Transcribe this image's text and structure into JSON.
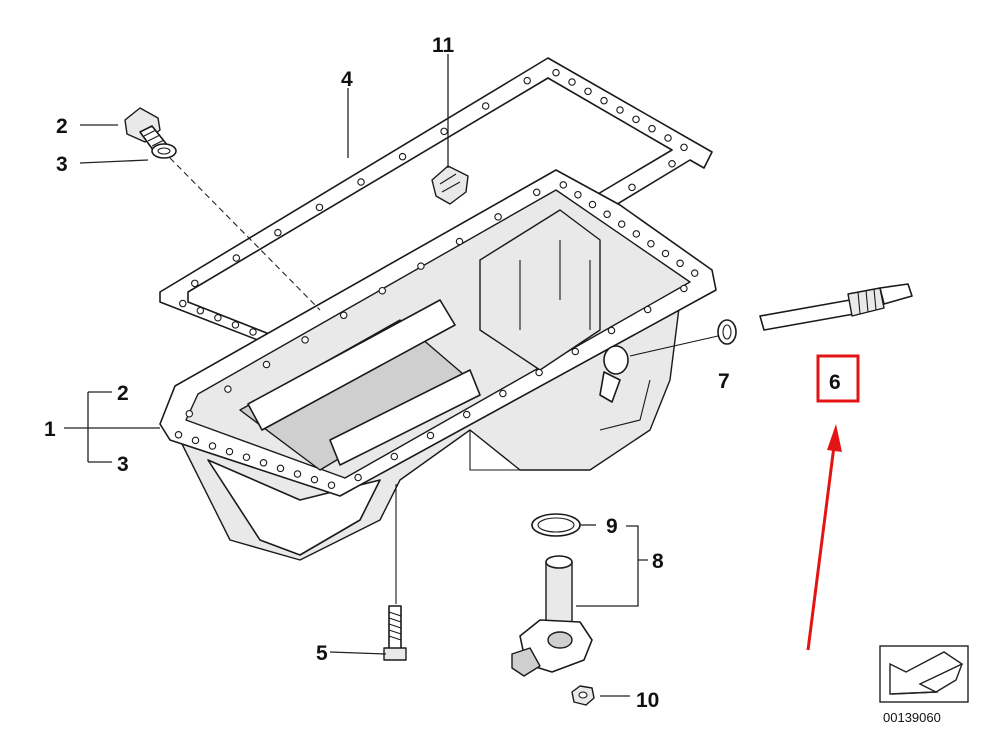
{
  "callouts": {
    "c1": "1",
    "c2_top": "2",
    "c3_top": "3",
    "c2_bracket": "2",
    "c3_bracket": "3",
    "c4": "4",
    "c5": "5",
    "c6": "6",
    "c7": "7",
    "c8": "8",
    "c9": "9",
    "c10": "10",
    "c11": "11"
  },
  "reference_number": "00139060",
  "highlight": {
    "part": "6",
    "color": "#e41414"
  }
}
